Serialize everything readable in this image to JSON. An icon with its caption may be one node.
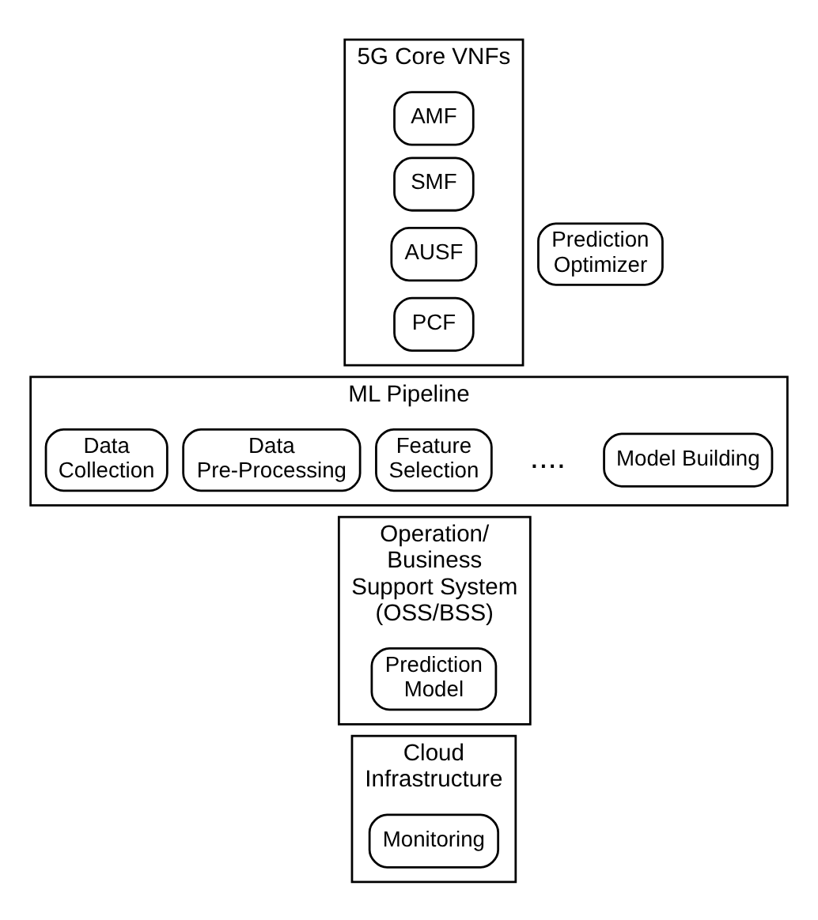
{
  "diagram": {
    "nodes": [
      {
        "text": [
          "Operation/ Business Support System (OSS/BSS)"
        ]
      },
      {
        "text": [
          "ML Pipeline"
        ]
      },
      {
        "text": [
          "Data Collection"
        ],
        "in": 1
      },
      {
        "text": [
          "Data Pre-Processing"
        ],
        "in": 1
      },
      {
        "text": [
          "Prediction Optimizer"
        ]
      },
      {
        "text": [
          "Feature Selection"
        ],
        "in": 1
      },
      {
        "text": [
          "Prediction Model"
        ],
        "in": 0
      },
      {
        "text": [
          "Model Building"
        ],
        "in": 1
      },
      {
        "text": [
          "5G Core VNFs"
        ]
      },
      {
        "text": [
          "AMF"
        ],
        "in": 8
      },
      {
        "text": [
          "SMF"
        ],
        "in": 8
      },
      {
        "text": [
          "AUSF"
        ],
        "in": 8
      },
      {
        "text": [
          "PCF"
        ],
        "in": 8
      },
      {
        "text": [
          "Cloud Infrastructure"
        ]
      },
      {
        "text": [
          "Monitoring"
        ],
        "in": 13
      }
    ],
    "edges": [],
    "labels": [
      "...."
    ]
  }
}
